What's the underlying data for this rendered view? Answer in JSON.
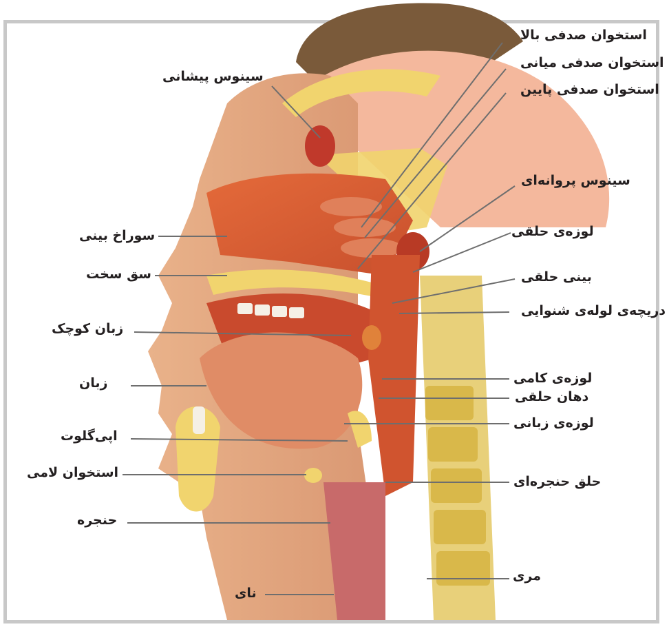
{
  "labels": {
    "frontal_sinus": "سینوس پیشانی",
    "nostril": "سوراخ بینی",
    "hard_palate": "سق سخت",
    "uvula": "زبان کوچک",
    "tongue": "زبان",
    "epiglottis": "اپی‌گلوت",
    "hyoid_bone": "استخوان لامی",
    "larynx": "حنجره",
    "trachea": "نای",
    "superior_concha": "استخوان صدفی بالا",
    "middle_concha": "استخوان صدفی میانی",
    "inferior_concha": "استخوان صدفی پایین",
    "sphenoid_sinus": "سینوس پروانه‌ای",
    "pharyngeal_tonsil": "لوزه‌ی حلقی",
    "nasopharynx": "بینی حلقی",
    "eustachian_opening": "دریچه‌ی لوله‌ی شنوایی",
    "palatine_tonsil": "لوزه‌ی کامی",
    "oropharynx": "دهان حلقی",
    "lingual_tonsil": "لوزه‌ی زبانی",
    "laryngopharynx": "حلق حنجره‌ای",
    "esophagus": "مری"
  },
  "colors": {
    "frame": "#c8c8c8",
    "skin": "#e8b189",
    "hair": "#7a5a3a",
    "bone": "#f1d46e",
    "tissue": "#dd6a3f",
    "brain": "#f4b89d",
    "muscle": "#cd6b43",
    "leader": "#6e6e6e"
  }
}
